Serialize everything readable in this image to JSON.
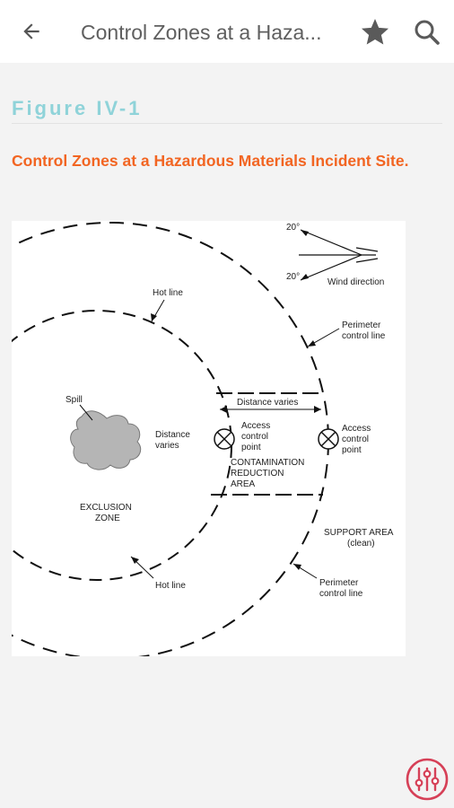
{
  "appbar": {
    "title": "Control Zones at a Haza...",
    "icons": [
      "back-arrow-icon",
      "star-icon",
      "search-icon"
    ]
  },
  "figure": {
    "label": "Figure IV-1",
    "caption": "Control Zones at a Hazardous Materials Incident Site.",
    "diagram_labels": {
      "wind_top_angle": "20°",
      "wind_bottom_angle": "20°",
      "wind_direction": "Wind direction",
      "hot_line_top": "Hot line",
      "perimeter_top_1": "Perimeter",
      "perimeter_top_2": "control line",
      "distance_varies_horizontal": "Distance varies",
      "spill": "Spill",
      "distance_varies_1": "Distance",
      "distance_varies_2": "varies",
      "access_inner_1": "Access",
      "access_inner_2": "control",
      "access_inner_3": "point",
      "access_outer_1": "Access",
      "access_outer_2": "control",
      "access_outer_3": "point",
      "crz_1": "CONTAMINATION",
      "crz_2": "REDUCTION",
      "crz_3": "AREA",
      "exclusion_1": "EXCLUSION",
      "exclusion_2": "ZONE",
      "support_1": "SUPPORT AREA",
      "support_2": "(clean)",
      "hot_line_bottom": "Hot line",
      "perimeter_bottom_1": "Perimeter",
      "perimeter_bottom_2": "control line"
    }
  },
  "colors": {
    "figure_label": "#8fd3d9",
    "caption": "#f26522",
    "fab": "#d64057"
  },
  "fab": {
    "icon": "sliders-icon"
  }
}
